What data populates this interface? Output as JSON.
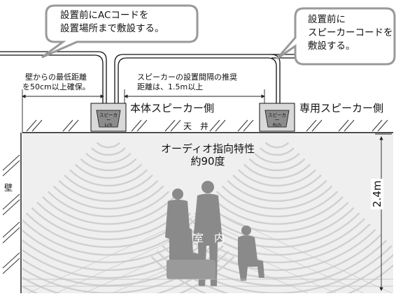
{
  "callout_left": {
    "line1": "設置前にACコードを",
    "line2": "設置場所まで敷設する。"
  },
  "callout_right": {
    "line1": "設置前に",
    "line2": "スピーカーコードを",
    "line3": "敷設する。"
  },
  "wall_distance_note": {
    "line1": "壁からの最低距離",
    "line2": "を50cm以上確保。"
  },
  "spacing_note": {
    "line1": "スピーカーの設置間隔の推奨",
    "line2": "距離は、1.5m以上"
  },
  "main_speaker_label": "本体スピーカー側",
  "dedicated_speaker_label": "専用スピーカー側",
  "speaker_left": {
    "line1": "スピーカー",
    "line2": "Lch"
  },
  "speaker_right": {
    "line1": "スピーカー",
    "line2": "Rch"
  },
  "ceiling_label": "天　井",
  "directivity_label": {
    "line1": "オーディオ指向特性",
    "line2": "約90度"
  },
  "wall_label": "壁",
  "room_label": "室　内",
  "height_label": "2.4m"
}
